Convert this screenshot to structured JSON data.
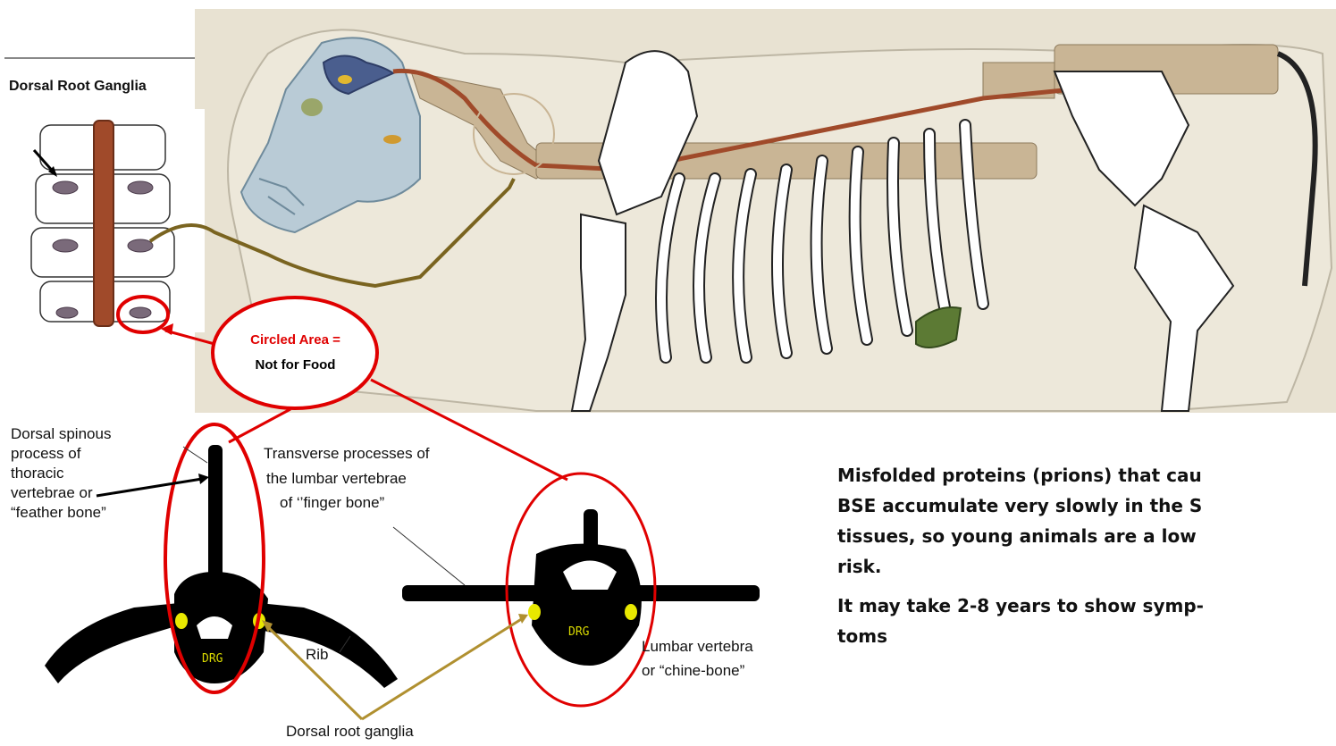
{
  "inset": {
    "title": "Dorsal Root Ganglia"
  },
  "callout": {
    "line1": "Circled Area =",
    "line2": "Not for Food"
  },
  "labels": {
    "dorsal_spinous_1": "Dorsal spinous",
    "dorsal_spinous_2": "process of",
    "dorsal_spinous_3": "thoracic",
    "dorsal_spinous_4": "vertebrae or",
    "dorsal_spinous_5": "“feather bone”",
    "transverse_1": "Transverse processes of",
    "transverse_2": "the lumbar vertebrae",
    "transverse_3": "of ‘’finger bone”",
    "rib": "Rib",
    "lumbar_1": "Lumbar vertebra",
    "lumbar_2": "or “chine-bone”",
    "drg_label": "Dorsal root ganglia",
    "drg_tag": "DRG"
  },
  "paragraph": {
    "p1_l1": "Misfolded proteins (prions) that cau",
    "p1_l2": "BSE accumulate very slowly in the S",
    "p1_l3": "tissues, so young animals are a low",
    "p1_l4": "risk.",
    "p2_l1": "It may take 2-8 years to show symp-",
    "p2_l2": "toms"
  },
  "colors": {
    "background_panel": "#e8e2d2",
    "bone": "#ffffff",
    "spinal_cord": "#a04a2a",
    "callout_red": "#e00000",
    "pointer_gold": "#b09030",
    "ganglia_yellow": "#e8e800",
    "brain_blue": "#4a5e8e",
    "skull_blue": "#b9cbd6",
    "organ_green": "#5c7a34"
  }
}
